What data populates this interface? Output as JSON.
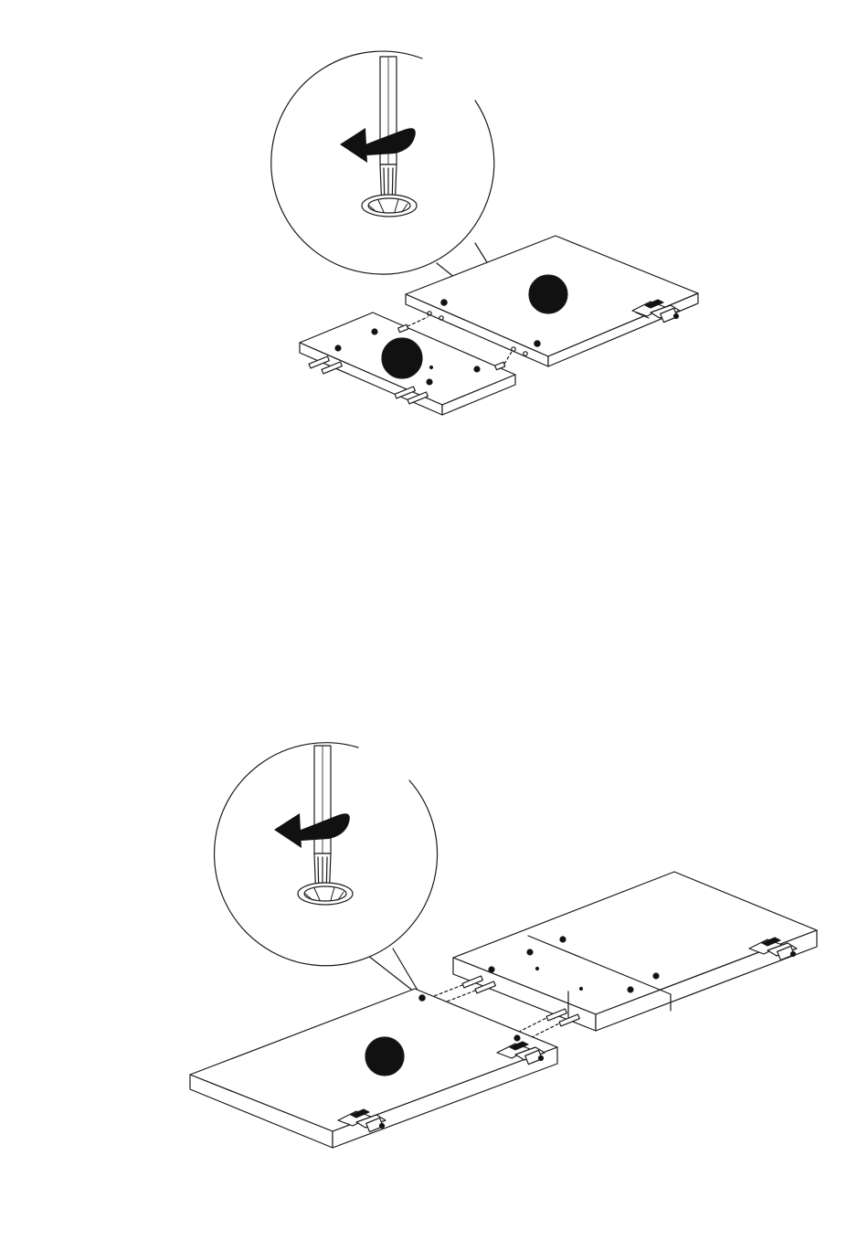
{
  "page": {
    "background": "#ffffff",
    "line_color": "#1a1a1a",
    "fill_color": "#ffffff",
    "marker_color": "#111111"
  },
  "steps": [
    {
      "id": "step-1",
      "icons": [
        "screwdriver-icon",
        "counterclockwise-arrow-icon",
        "cam-lock-icon"
      ],
      "panels": [
        "side-panel",
        "shelf-panel"
      ],
      "hardware": [
        "hinge",
        "dowel-pins"
      ],
      "part_markers": 2,
      "text": ""
    },
    {
      "id": "step-2",
      "icons": [
        "screwdriver-icon",
        "counterclockwise-arrow-icon",
        "cam-lock-icon"
      ],
      "panels": [
        "door-panel",
        "assembled-top-panel"
      ],
      "hardware": [
        "hinges",
        "dowel-pins"
      ],
      "part_markers": 1,
      "text": ""
    }
  ]
}
